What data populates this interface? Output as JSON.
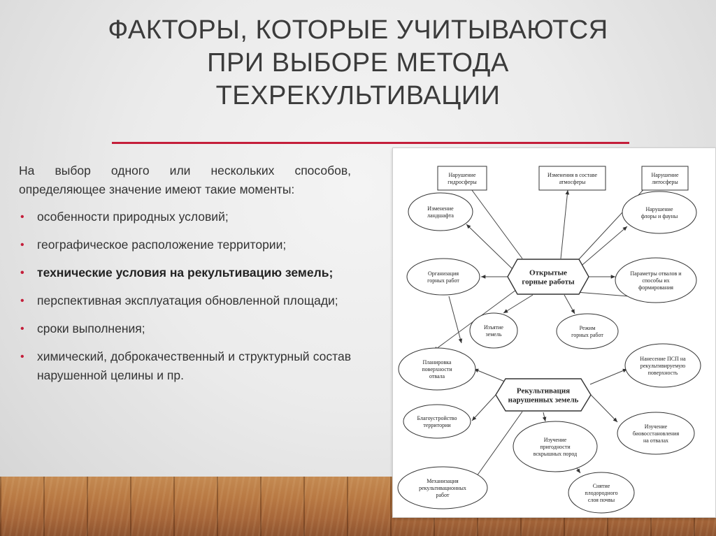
{
  "slide": {
    "title_lines": [
      "ФАКТОРЫ, КОТОРЫЕ УЧИТЫВАЮТСЯ",
      "ПРИ ВЫБОРЕ МЕТОДА",
      "ТЕХРЕКУЛЬТИВАЦИИ"
    ],
    "intro": "На выбор одного или нескольких способов, определяющее значение имеют такие моменты:",
    "bullets": [
      "особенности природных условий;",
      "географическое расположение территории;",
      "технические условия на рекультивацию земель;",
      "перспективная эксплуатация обновленной площади;",
      "сроки выполнения;",
      "химический, доброкачественный и структурный состав нарушенной целины и пр."
    ],
    "accent_color": "#c41e3a"
  },
  "diagram": {
    "nodes": {
      "hydro": [
        "Нарушение",
        "гидросферы"
      ],
      "atmo": [
        "Изменения в составе",
        "атмосферы"
      ],
      "litho": [
        "Нарушение",
        "литосферы"
      ],
      "landscape": [
        "Изменение",
        "ландшафта"
      ],
      "flora": [
        "Нарушение",
        "флоры и фауны"
      ],
      "org": [
        "Организация",
        "горных работ"
      ],
      "open_pit": [
        "Открытые",
        "горные работы"
      ],
      "params": [
        "Параметры отвалов и",
        "способы их",
        "формирования"
      ],
      "seizure": [
        "Изъятие",
        "земель"
      ],
      "regime": [
        "Режим",
        "горных работ"
      ],
      "planning": [
        "Планировка",
        "поверхности",
        "отвала"
      ],
      "psp": [
        "Нанесение ПСП на",
        "рекультивируемую",
        "поверхность"
      ],
      "recult": [
        "Рекультивация",
        "нарушенных земель"
      ],
      "improve": [
        "Благоустройство",
        "территории"
      ],
      "study_rocks": [
        "Изучение",
        "пригодности",
        "вскрышных пород"
      ],
      "bio": [
        "Изучение",
        "биовосстановления",
        "на отвалах"
      ],
      "mech": [
        "Механизация",
        "рекультивационных",
        "работ"
      ],
      "soil": [
        "Снятие",
        "плодородного",
        "слоя почвы"
      ]
    }
  }
}
